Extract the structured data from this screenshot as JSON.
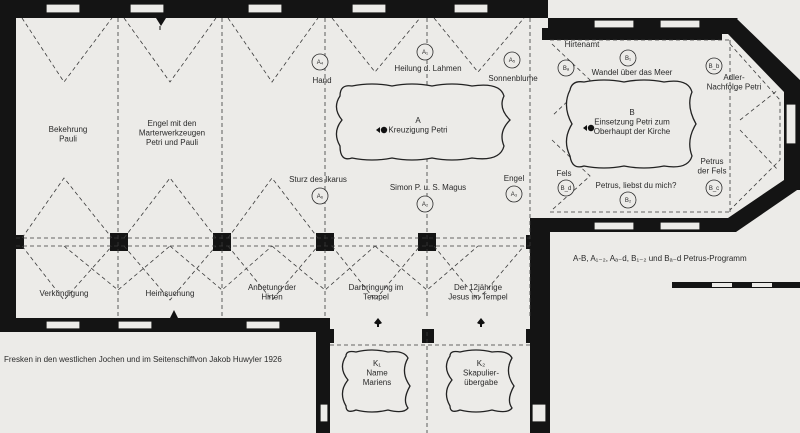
{
  "rooms": {
    "bekehrung": "Bekehrung\nPauli",
    "engel_marter": "Engel mit den\nMarterwerkzeugen\nPetri und Pauli",
    "verkuendigung": "Verkündigung",
    "heimsuchung": "Heimsuchung",
    "anbetung": "Anbetung der\nHirten",
    "darbringung": "Darbringung im\nTempel",
    "zwoelfjaehrige": "Der 12jährige\nJesus im Tempel",
    "k1_text": "Name\nMariens",
    "k2_text": "Skapulier-\nübergabe"
  },
  "labels": {
    "hand": "Hand",
    "heilung": "Heilung d. Lahmen",
    "sonnenblume": "Sonnenblume",
    "kreuzigung": "A\nKreuzigung Petri",
    "sturz": "Sturz des Ikarus",
    "simon": "Simon P. u. S. Magus",
    "engel": "Engel",
    "hirtenamt": "Hirtenamt",
    "wandel": "Wandel über das Meer",
    "adler": "Adler-\nNachfolge Petri",
    "einsetzung": "B\nEinsetzung Petri zum\nOberhaupt der Kirche",
    "fels": "Fels",
    "liebst": "Petrus, liebst du mich?",
    "petrus_fels": "Petrus\nder Fels"
  },
  "circles": {
    "a4": "A₄",
    "a1": "A₁",
    "a2": "A₂",
    "a3": "A₃",
    "a5": "A₅",
    "a6": "A₆",
    "b1": "B₁",
    "b2": "B₂",
    "ba": "Bₐ",
    "bb": "B_b",
    "bc": "B_c",
    "bd": "B_d",
    "k1": "K₁",
    "k2": "K₂"
  },
  "legend": "A-B, A₁₋₂, Aₐ₋d, B₁₋₂ und Bₐ₋d  Petrus-Programm",
  "caption": "Fresken in den westlichen Jochen und im Seitenschiffvon Jakob Huwyler 1926"
}
